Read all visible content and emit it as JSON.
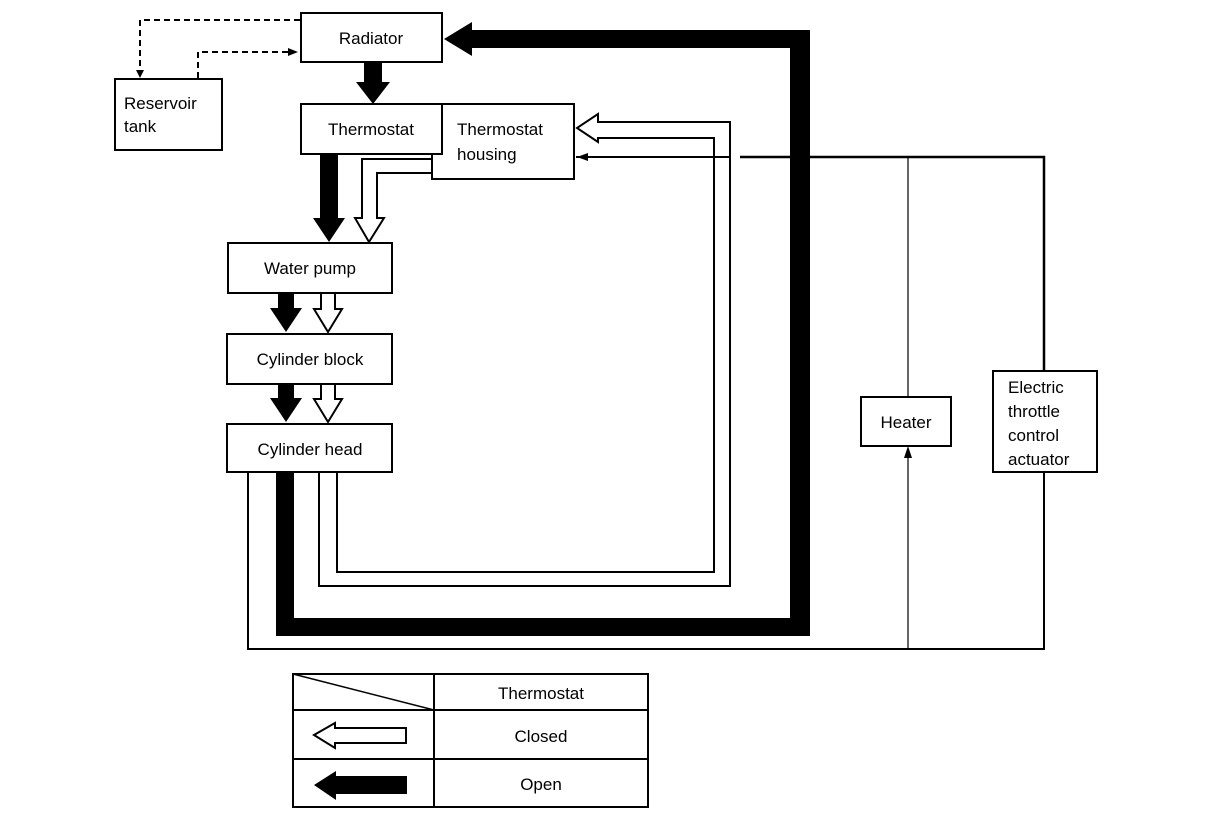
{
  "diagram": {
    "title": "Engine cooling system coolant flow",
    "components": {
      "radiator": "Radiator",
      "reservoir_line1": "Reservoir",
      "reservoir_line2": "tank",
      "thermostat": "Thermostat",
      "housing_line1": "Thermostat",
      "housing_line2": "housing",
      "water_pump": "Water pump",
      "cylinder_block": "Cylinder block",
      "cylinder_head": "Cylinder head",
      "heater": "Heater",
      "etc_line1": "Electric",
      "etc_line2": "throttle",
      "etc_line3": "control",
      "etc_line4": "actuator"
    },
    "legend": {
      "header": "Thermostat",
      "rows": [
        {
          "symbol": "hollow-arrow",
          "label": "Closed"
        },
        {
          "symbol": "solid-arrow",
          "label": "Open"
        }
      ]
    },
    "colors": {
      "line": "#000000",
      "background": "#ffffff"
    }
  }
}
